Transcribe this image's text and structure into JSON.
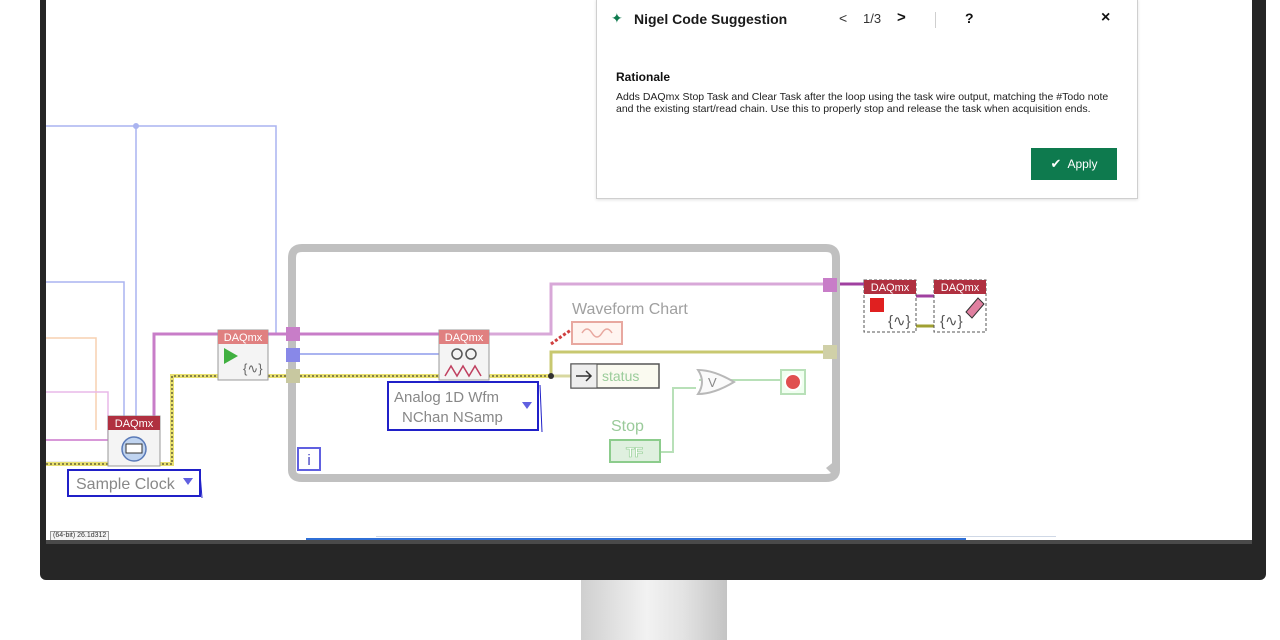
{
  "diagram": {
    "sample_clock_label": "Sample Clock",
    "analog_line1": "Analog 1D Wfm",
    "analog_line2": "NChan NSamp",
    "waveform_chart_label": "Waveform Chart",
    "status_label": "status",
    "stop_label": "Stop",
    "stop_terminal_text": "TF",
    "loop_iteration_label": "i",
    "or_gate_symbol": "V",
    "daqmx_tag": "DAQmx",
    "colors": {
      "task_wire": "#c87dc8",
      "error_wire": "#a0a032",
      "loop_frame": "#c0c0c0",
      "daqmx_banner": "#b03040",
      "selector_border": "#2020c8",
      "bool_green": "#3a9a3a"
    }
  },
  "status_bar": {
    "version": "(64-bit) 26.1d312"
  },
  "suggestion_panel": {
    "title": "Nigel Code Suggestion",
    "icon": "sparkle-icon",
    "prev": "<",
    "page": "1/3",
    "next": ">",
    "help": "?",
    "close": "×",
    "rationale_heading": "Rationale",
    "rationale_text": "Adds DAQmx Stop Task and Clear Task after the loop using the task wire output, matching the #Todo note and the existing start/read chain. Use this to properly stop and release the task when acquisition ends.",
    "apply_label": "Apply",
    "accent_color": "#0e7a4e"
  }
}
